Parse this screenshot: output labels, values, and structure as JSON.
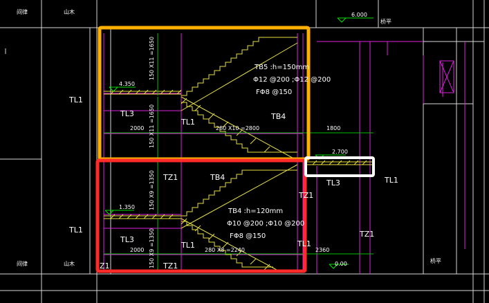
{
  "texts": {
    "top_left_1": "间律",
    "top_left_2": "山木",
    "top_right_mark": "桥平",
    "level_6000": "6.000",
    "level_4350": "4.350",
    "level_1350": "1.350",
    "level_2700": "2.700",
    "level_000": "0.00",
    "dim_150x11_top": "150 X11 =1650",
    "dim_150x11_bottom": "150 X11 =1650",
    "dim_150x9_top": "150 X9 =1350",
    "dim_150x9_bottom": "150 X9 =1350",
    "dim_2000_upper": "2000",
    "dim_280x10": "280 X10 =2800",
    "dim_1800": "1800",
    "dim_2000_lower": "2000",
    "dim_280x8": "280 X8 =2240",
    "dim_2360": "2360",
    "tb5_spec_1": "TB5 :h=150mm",
    "tb5_spec_2": "Φ12 @200 ;Φ12 @200",
    "tb5_spec_3": "FΦ8 @150",
    "tb4_spec_1": "TB4 :h=120mm",
    "tb4_spec_2": "Φ10 @200 ;Φ10 @200",
    "tb4_spec_3": "FΦ8 @150",
    "tl1_left_upper": "TL1",
    "tl3_upper": "TL3",
    "tl1_upper_mid": "TL1",
    "tb4_upper": "TB4",
    "tz1_mid": "TZ1",
    "tb4_mid": "TB4",
    "tz1_right": "TZ1",
    "tl3_landing": "TL3",
    "tl1_far_right": "TL1",
    "tl1_left_lower": "TL1",
    "tl3_lower": "TL3",
    "tl1_lower_mid": "TL1",
    "tz1_right_lower": "TZ1",
    "tz1_left_bottom": "Z1",
    "tz1_bottom": "TZ1",
    "tl1_bottom_right": "TL1",
    "bottom_left_1": "间律",
    "bottom_left_2": "山木",
    "bottom_right_mark": "桥平"
  },
  "colors": {
    "orange_box": "#FFB000",
    "red_box": "#FF2A2A",
    "white_box": "#FFFFFF",
    "magenta": "#E020E0",
    "white_line": "#E8E8E8",
    "green": "#00E000",
    "yellow_hatch": "#E8E040"
  }
}
